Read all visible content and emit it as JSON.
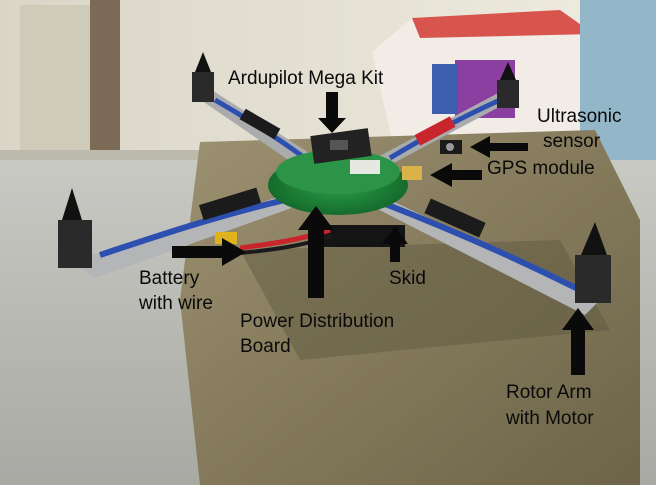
{
  "labels": {
    "ardupilot": "Ardupilot Mega Kit",
    "ultrasonic_line1": "Ultrasonic",
    "ultrasonic_line2": "sensor",
    "gps": "GPS module",
    "battery_line1": "Battery",
    "battery_line2": "with wire",
    "skid": "Skid",
    "pdb_line1": "Power Distribution",
    "pdb_line2": "Board",
    "rotor_line1": "Rotor Arm",
    "rotor_line2": "with Motor"
  },
  "colors": {
    "floor": "#b9b9b4",
    "table": "#8a8067",
    "wall": "#e6e2d4",
    "arm": "#a7a9ab",
    "wire_red": "#c8262c",
    "wire_blue": "#2d4fb0",
    "board_green": "#1f8a3a",
    "arrow": "#0a0a0a"
  },
  "icons": {
    "arrow": "arrow-icon"
  }
}
